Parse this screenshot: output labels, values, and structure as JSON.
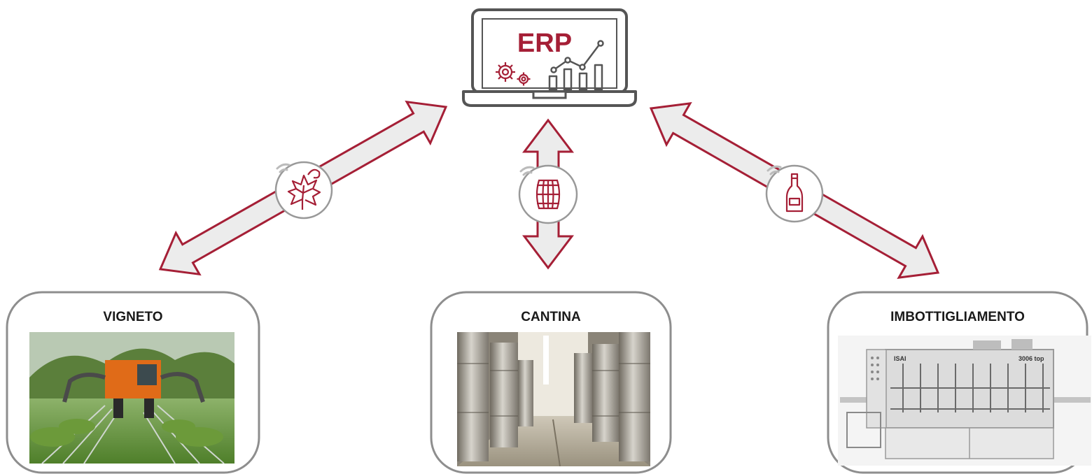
{
  "erp": {
    "label": "ERP"
  },
  "nodes": [
    {
      "title": "VIGNETO",
      "icon": "vine-leaf-icon"
    },
    {
      "title": "CANTINA",
      "icon": "barrel-icon"
    },
    {
      "title": "IMBOTTIGLIAMENTO",
      "icon": "wine-bottle-icon"
    }
  ],
  "machine_labels": {
    "brand": "ISAI",
    "model": "3006 top"
  },
  "colors": {
    "accent": "#a51f36",
    "arrow_fill": "#ececec",
    "border": "#8e8e8e",
    "icon_outline": "#555555"
  }
}
